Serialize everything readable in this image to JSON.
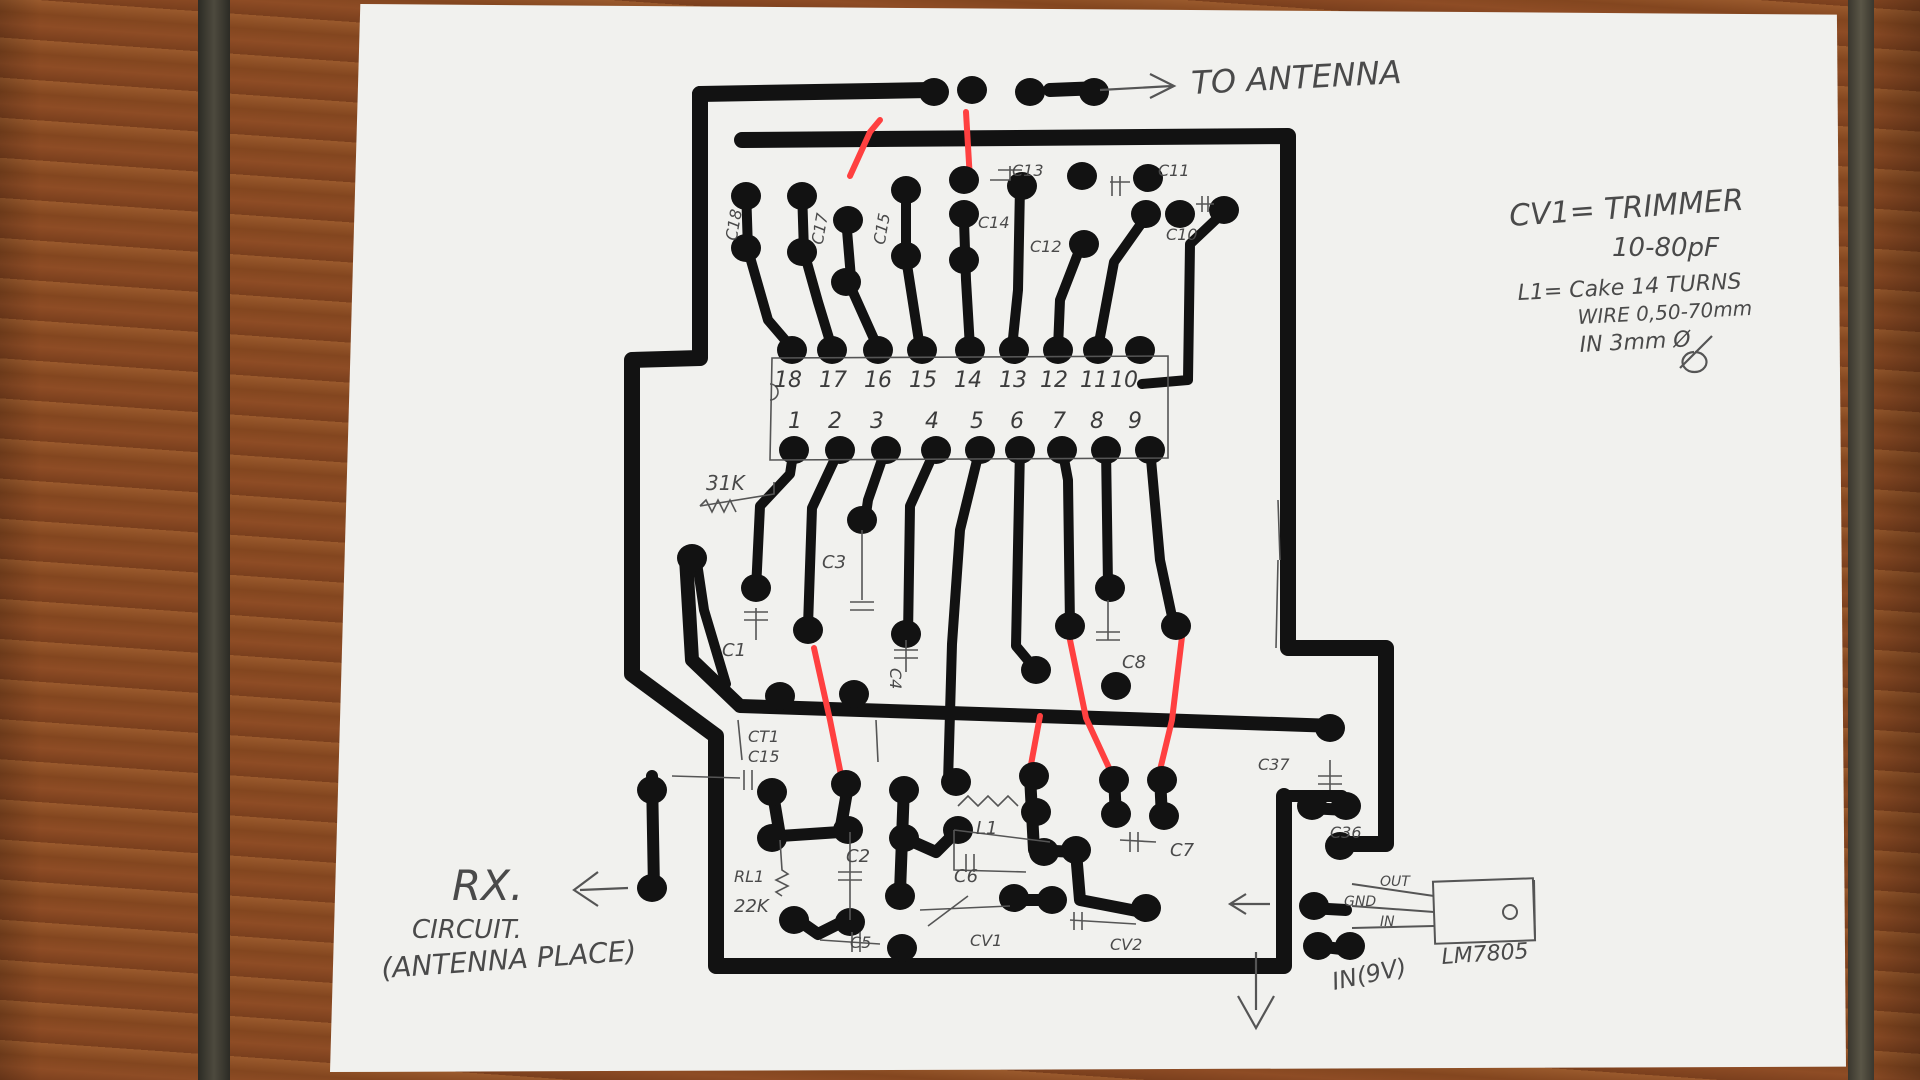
{
  "labels": {
    "to_antenna": "TO ANTENNA",
    "cv1_note_1": "CV1= TRIMMER",
    "cv1_note_2": "10-80pF",
    "l1_note_1": "L1= Cake 14 TURNS",
    "l1_note_2": "WIRE 0,50-70mm",
    "l1_note_3": "IN 3mm Ø",
    "rx_1": "RX.",
    "rx_2": "CIRCUIT.",
    "rx_3": "(ANTENNA PLACE)",
    "lm7805": "LM7805",
    "out": "OUT",
    "gnd": "GND",
    "in": "IN",
    "in_9v": "IN(9V)",
    "r_31k": "31K",
    "rl1": "RL1",
    "r_22k": "22K"
  },
  "ic_pins_top": [
    "18",
    "17",
    "16",
    "15",
    "14",
    "13",
    "12",
    "11",
    "10"
  ],
  "ic_pins_bottom": [
    "1",
    "2",
    "3",
    "4",
    "5",
    "6",
    "7",
    "8",
    "9"
  ],
  "components": {
    "c18": "C18",
    "c17": "C17",
    "c15": "C15",
    "c14": "C14",
    "c13": "C13",
    "c12": "C12",
    "c11": "C11",
    "c10": "C10",
    "c3": "C3",
    "c1": "C1",
    "c4": "C4",
    "c8": "C8",
    "c2": "C2",
    "c5": "C5",
    "c6": "C6",
    "c7": "C7",
    "ct1": "CT1",
    "c15b": "C15",
    "l1": "L1",
    "cv1": "CV1",
    "cv2": "CV2",
    "c37": "C37",
    "c36": "C36"
  },
  "colors": {
    "trace": "#121212",
    "jumper": "#ff4040",
    "paper": "#f1f1ee",
    "pencil": "#4a4a4a"
  }
}
